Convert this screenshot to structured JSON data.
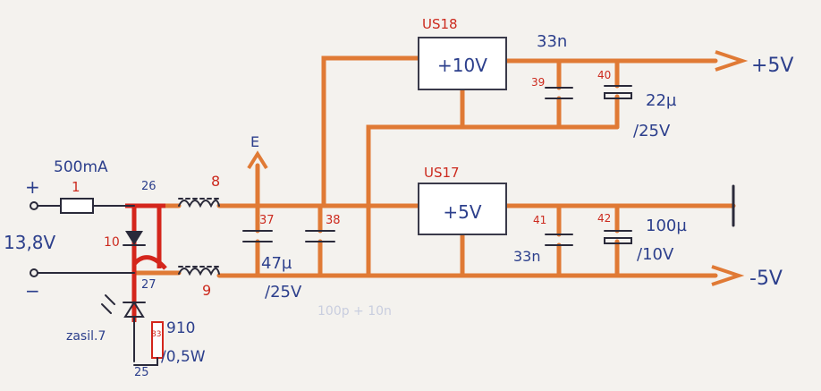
{
  "regulators": [
    {
      "id": "US18",
      "label": "+10V"
    },
    {
      "id": "US17",
      "label": "+5V"
    }
  ],
  "outputs": {
    "pos": "+5V",
    "neg": "-5V"
  },
  "capacitors": {
    "c39": {
      "num": "39",
      "value": "33n"
    },
    "c40": {
      "num": "40",
      "value_line1": "22µ",
      "value_line2": "/25V"
    },
    "c41": {
      "num": "41",
      "value": "33n"
    },
    "c42": {
      "num": "42",
      "value_line1": "100µ",
      "value_line2": "/10V"
    },
    "c37": {
      "num": "37",
      "value_line1": "47µ",
      "value_line2": "/25V"
    },
    "c38": {
      "num": "38",
      "value": "100p + 10n"
    }
  },
  "input": {
    "plus": "+",
    "minus": "−",
    "voltage": "13,8V",
    "fuse_current": "500mA",
    "fuse_num": "1",
    "node_26": "26",
    "node_27": "27",
    "node_25": "25",
    "diode_num": "10",
    "led_label": "zasil.7",
    "resistor_num": "83",
    "resistor_value_line1": "910",
    "resistor_value_line2": "/0,5W"
  },
  "inductors": {
    "top": "8",
    "bottom": "9"
  },
  "e_label": "E",
  "colors": {
    "wire": "#e07a35",
    "ink_blue": "#2c3f8c",
    "ink_red": "#cc2a1e",
    "highlight": "#d4261c"
  }
}
